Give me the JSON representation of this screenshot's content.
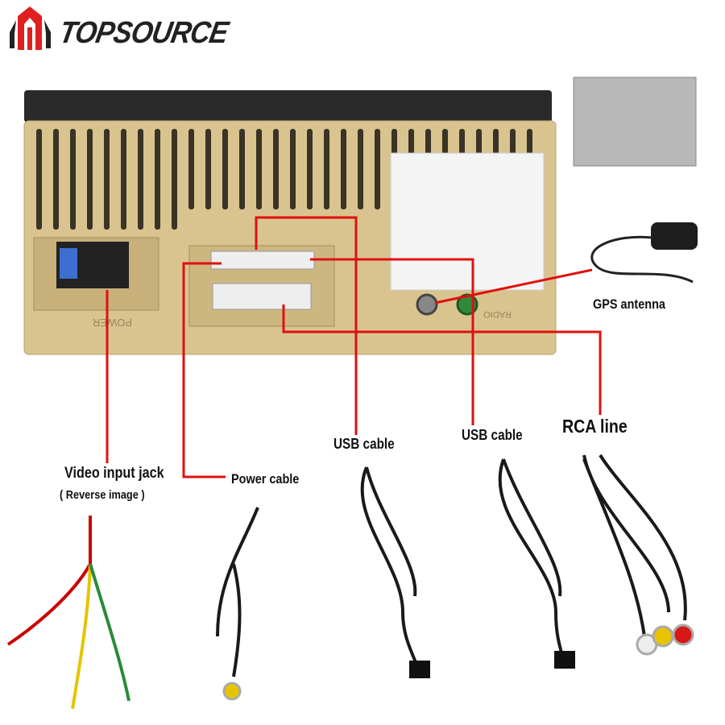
{
  "brand": {
    "name": "TOPSOURCE",
    "accent": "#e02020"
  },
  "labels": {
    "gps_antenna": "GPS antenna",
    "usb_cable_1": "USB cable",
    "usb_cable_2": "USB cable",
    "rca_line": "RCA line",
    "video_input_jack": "Video input jack",
    "reverse_image": "( Reverse image )",
    "power_cable": "Power cable"
  },
  "unit_markings": {
    "power": "POWER",
    "radio": "RADIO"
  },
  "colors": {
    "line": "#e01010",
    "housing": "#d9c48f",
    "cable": "#1a1a1a"
  }
}
